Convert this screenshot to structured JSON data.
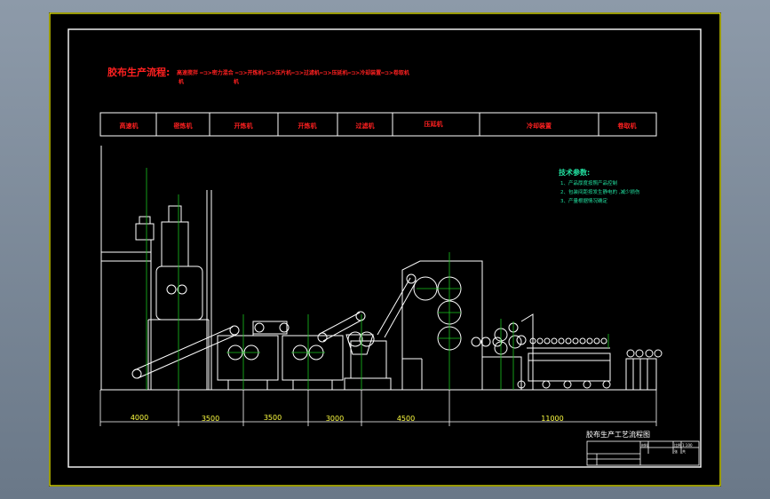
{
  "title": {
    "label": "胶布生产流程:",
    "flow_line1": "高速搅拌 ═⊐>密力混合 ═⊐>开炼机═⊐>压片机═⊐>过滤机═⊐>压延机═⊐>冷却装置═⊐>卷取机",
    "flow_line2_a": "机",
    "flow_line2_b": "机"
  },
  "stations": [
    "高速机",
    "密炼机",
    "开炼机",
    "开炼机",
    "过滤机",
    "压延机",
    "冷却装置",
    "卷取机"
  ],
  "tech": {
    "title": "技术参数:",
    "items": [
      "1、产品厚度按照产品控制",
      "2、包装间距按发生静电的 ,减少损伤",
      "3、产量根据情况确定"
    ]
  },
  "dimensions": [
    "4000",
    "3500",
    "3500",
    "3000",
    "4500",
    "11000"
  ],
  "titleblock": {
    "drawing_title": "胶布生产工艺流程图",
    "scale_label": "比例",
    "scale_value": "1:100",
    "sheet_label": "张",
    "sheet_value": "共",
    "mat_label": "材料"
  },
  "colors": {
    "background": "#000000",
    "frame": "#ffffff",
    "title_red": "#ff2020",
    "tech_green": "#22e0a0",
    "center_green": "#19c41e",
    "dim_yellow": "#ffff40",
    "border_yellow": "#ffff00"
  }
}
